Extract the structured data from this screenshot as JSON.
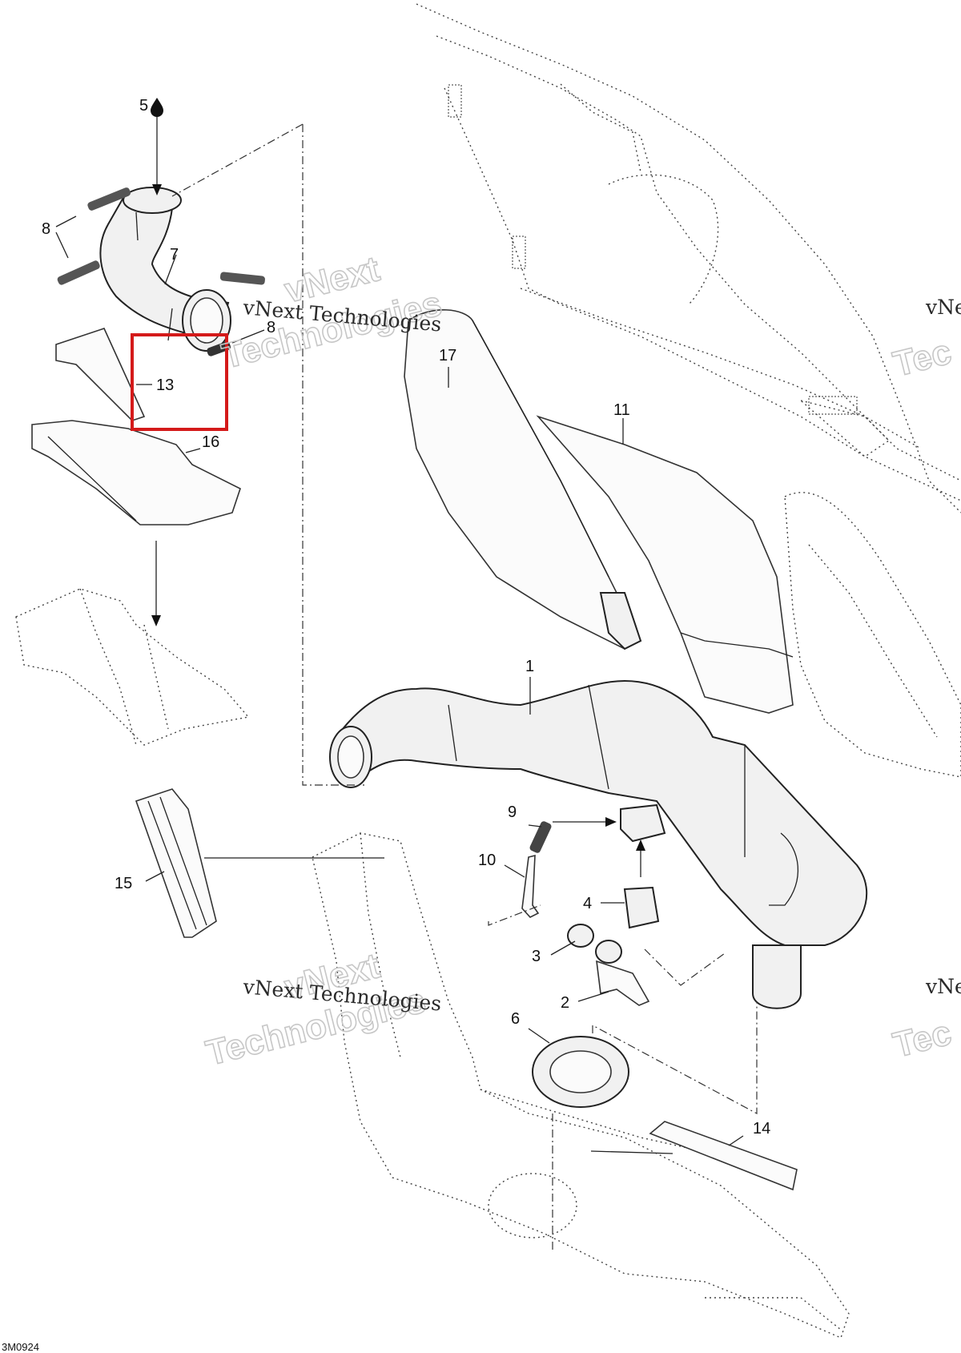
{
  "diagram": {
    "drawing_ref": "3M0924",
    "callouts": {
      "c1": "1",
      "c2": "2",
      "c3": "3",
      "c4": "4",
      "c5": "5",
      "c6": "6",
      "c7": "7",
      "c8a": "8",
      "c8b": "8",
      "c9": "9",
      "c10": "10",
      "c11": "11",
      "c13": "13",
      "c14": "14",
      "c15": "15",
      "c16": "16",
      "c17": "17"
    },
    "watermark": {
      "line1": "vNext Technologies",
      "line2": "vNext",
      "line3": "Technologies",
      "edge_line1": "vNe",
      "edge_line2": "Tec"
    },
    "highlight": {
      "color": "#d41a1a",
      "target": "13"
    },
    "icons": {
      "liquid": "oil-drop-icon"
    }
  }
}
